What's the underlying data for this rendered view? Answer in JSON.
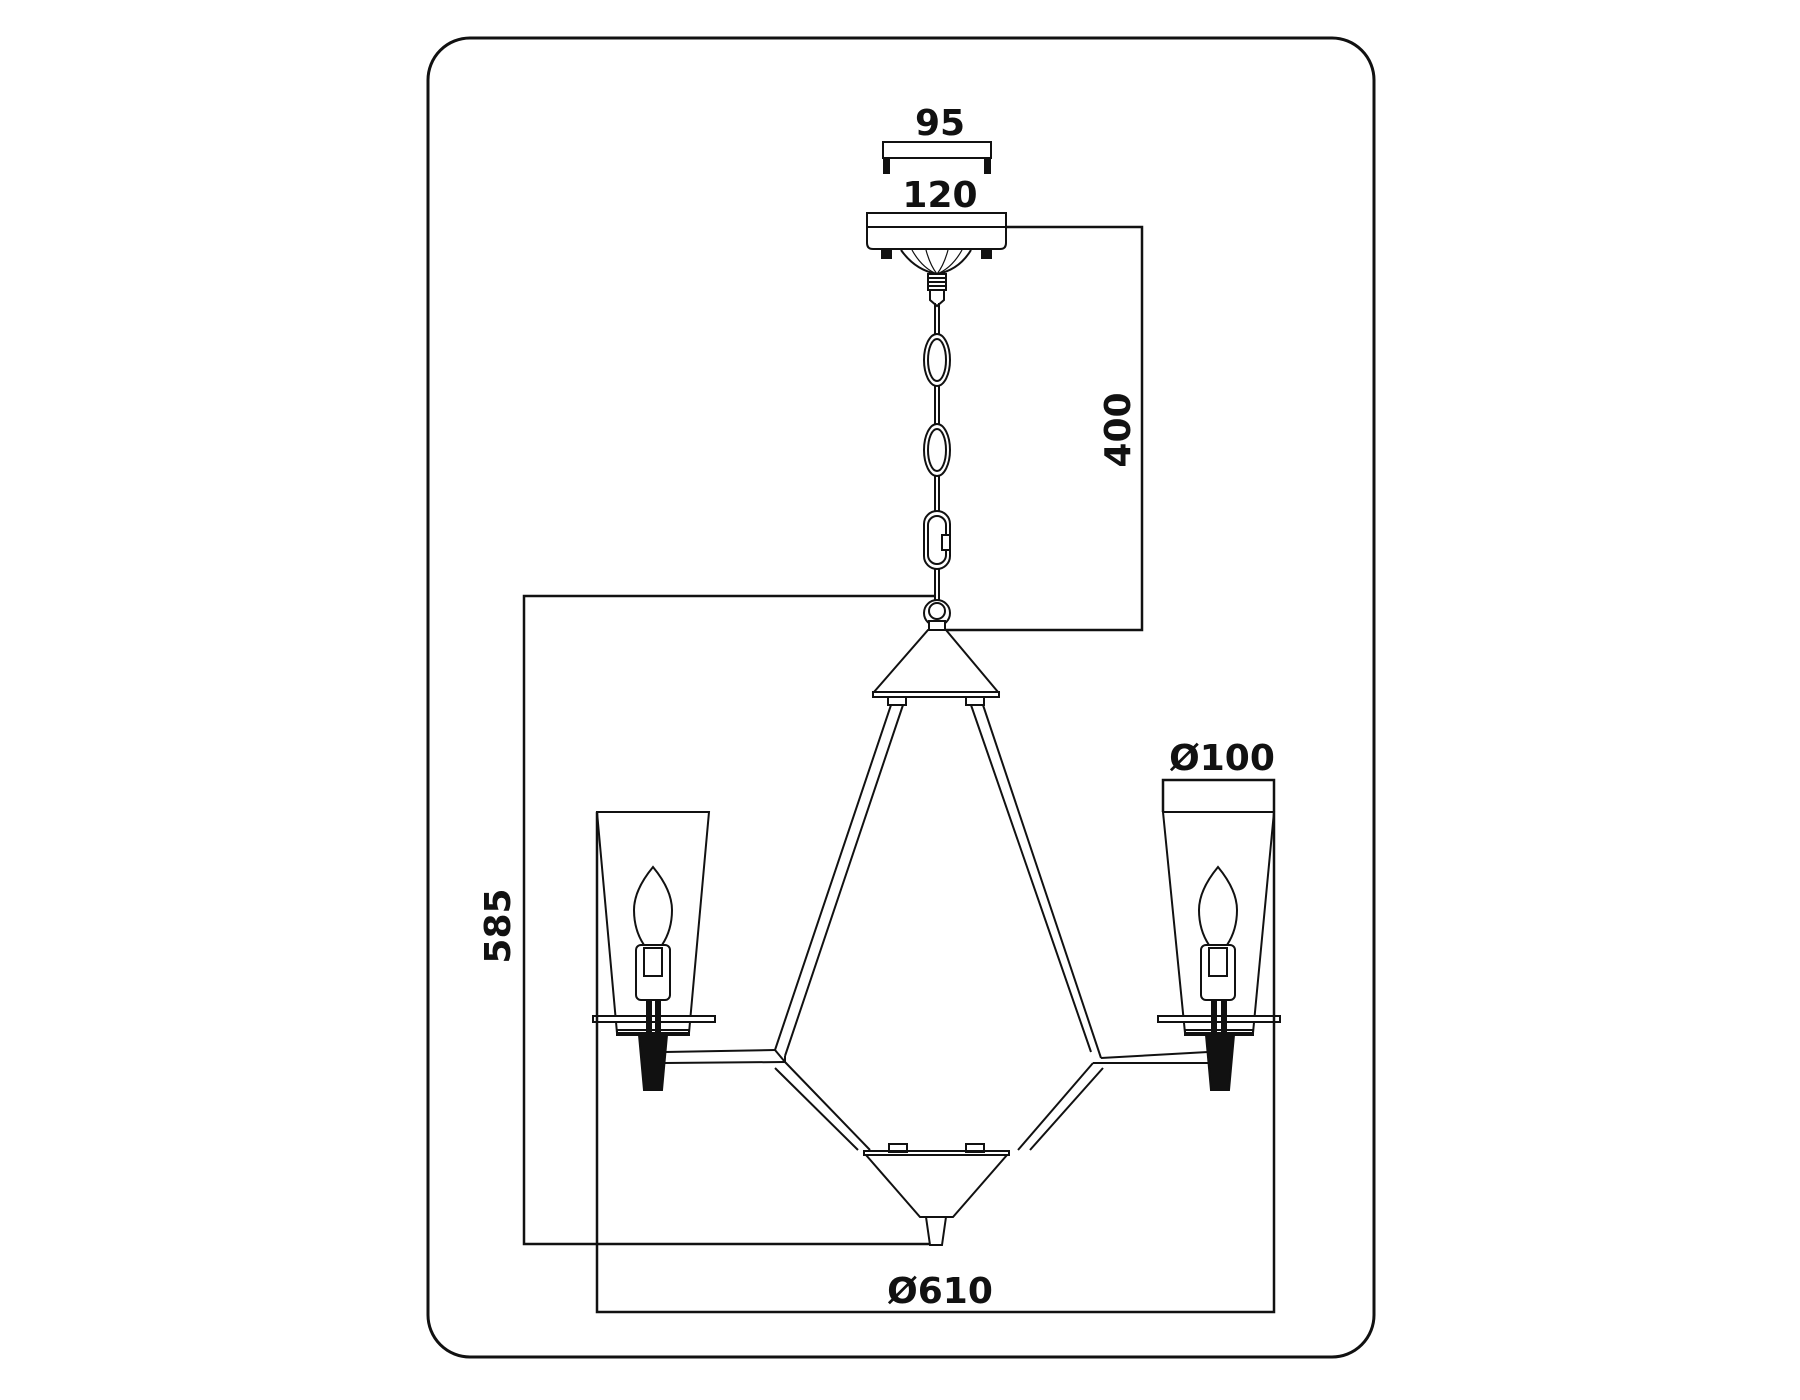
{
  "drawing": {
    "subject": "three-arm chandelier",
    "colors": {
      "line": "#111111",
      "background": "#ffffff",
      "frame": "#111111"
    },
    "dimensions": {
      "mount_bracket_width": {
        "label": "95",
        "value": 95
      },
      "canopy_width": {
        "label": "120",
        "value": 120
      },
      "chain_length": {
        "label": "400",
        "value": 400
      },
      "body_height": {
        "label": "585",
        "value": 585
      },
      "shade_diameter": {
        "label": "Ø100",
        "value": 100
      },
      "overall_diameter": {
        "label": "Ø610",
        "value": 610
      }
    }
  }
}
